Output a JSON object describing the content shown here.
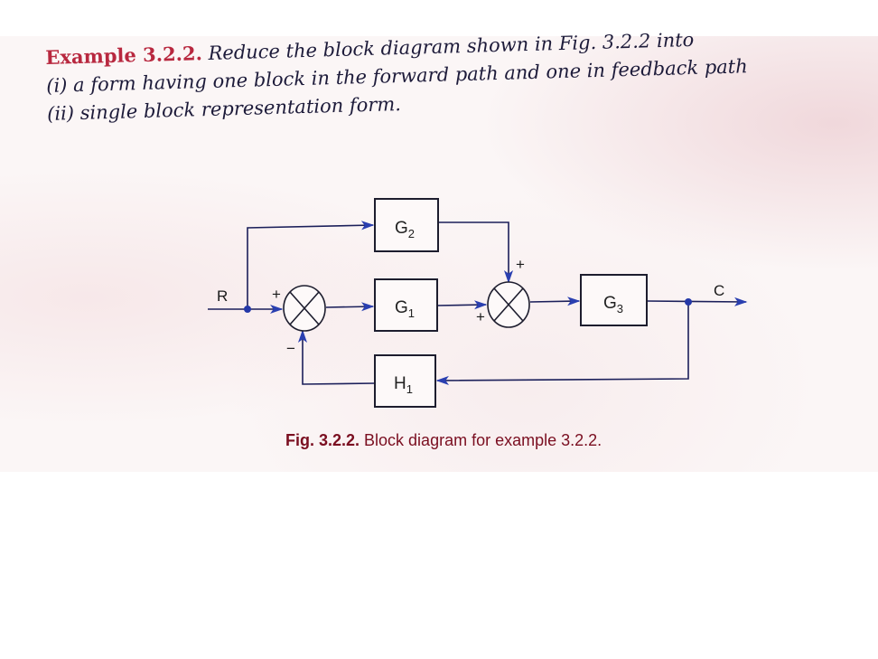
{
  "heading": {
    "example_label": "Example 3.2.2.",
    "line1_text": " Reduce the block diagram shown in Fig. 3.2.2 into",
    "line2_text": "(i) a form having one block in the forward path and one in feedback path",
    "line3_text": "(ii) single block representation form."
  },
  "diagram": {
    "input_label": "R",
    "output_label": "C",
    "blocks": {
      "g1": {
        "name": "G",
        "sub": "1"
      },
      "g2": {
        "name": "G",
        "sub": "2"
      },
      "g3": {
        "name": "G",
        "sub": "3"
      },
      "h1": {
        "name": "H",
        "sub": "1"
      }
    },
    "summer1": {
      "top_sign": "+",
      "bottom_sign": "−"
    },
    "summer2": {
      "top_sign": "+",
      "left_sign": "+"
    },
    "colors": {
      "line": "#1b1f5a",
      "arrow": "#2a3fb0",
      "node": "#2438a8",
      "box": "#1d1d2e"
    }
  },
  "caption": {
    "fig_label": "Fig. 3.2.2.",
    "text": " Block diagram for example 3.2.2."
  }
}
